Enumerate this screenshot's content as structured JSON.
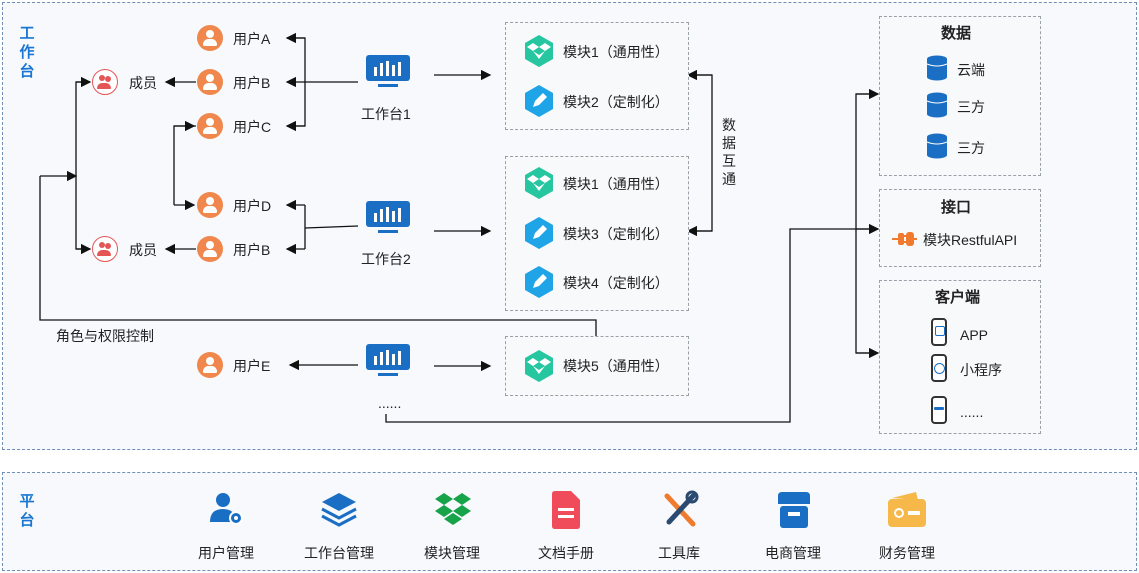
{
  "sections": {
    "workspace_title": "工作台",
    "platform_title": "平台"
  },
  "users": {
    "a": "用户A",
    "b1": "用户B",
    "c": "用户C",
    "d": "用户D",
    "b2": "用户B",
    "e": "用户E"
  },
  "members": {
    "m1": "成员",
    "m2": "成员"
  },
  "role_label": "角色与权限控制",
  "workspaces": {
    "ws1": "工作台1",
    "ws2": "工作台2",
    "ellipsis": "......"
  },
  "modules": {
    "g1": [
      "模块1（通用性）",
      "模块2（定制化）"
    ],
    "g2": [
      "模块1（通用性）",
      "模块3（定制化）",
      "模块4（定制化）"
    ],
    "g3": [
      "模块5（通用性）"
    ]
  },
  "interop": "数据互通",
  "data_box": {
    "title": "数据",
    "items": [
      "云端",
      "三方",
      "三方"
    ]
  },
  "api_box": {
    "title": "接口",
    "item": "模块RestfulAPI"
  },
  "client_box": {
    "title": "客户端",
    "items": [
      "APP",
      "小程序",
      "......"
    ]
  },
  "platform": {
    "items": [
      "用户管理",
      "工作台管理",
      "模块管理",
      "文档手册",
      "工具库",
      "电商管理",
      "财务管理"
    ]
  },
  "colors": {
    "accent": "#1a76d2",
    "user": "#f0874d",
    "member": "#e45656",
    "module_green": "#26c6a0",
    "module_blue": "#1fa4e8",
    "border": "#6f8fb6"
  }
}
